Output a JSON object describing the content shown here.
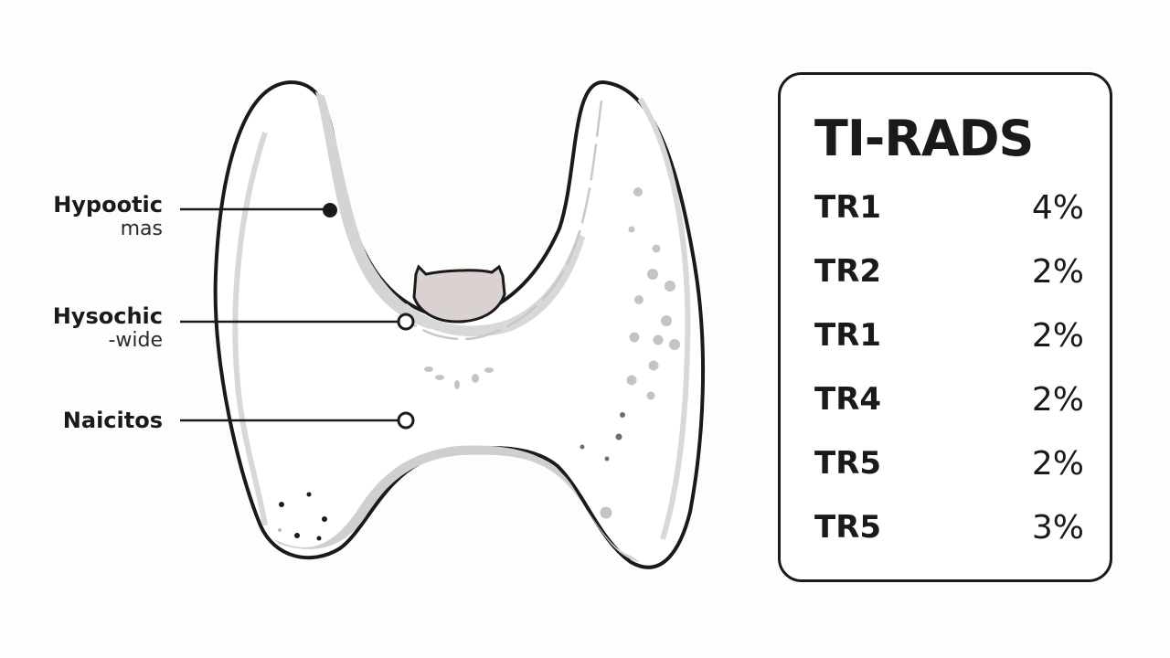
{
  "annotations": [
    {
      "title": "Hypootic",
      "subtitle": "mas",
      "marker": "filled"
    },
    {
      "title": "Hysochic",
      "subtitle": "-wide",
      "marker": "hollow"
    },
    {
      "title": "Naicitos",
      "subtitle": "",
      "marker": "hollow"
    }
  ],
  "tirads": {
    "title": "TI-RADS",
    "rows": [
      {
        "grade": "TR1",
        "percent": "4%"
      },
      {
        "grade": "TR2",
        "percent": "2%"
      },
      {
        "grade": "TR1",
        "percent": "2%"
      },
      {
        "grade": "TR4",
        "percent": "2%"
      },
      {
        "grade": "TR5",
        "percent": "2%"
      },
      {
        "grade": "TR5",
        "percent": "3%"
      }
    ]
  },
  "colors": {
    "outline": "#1a1a1a",
    "shading": "#d4d4d4",
    "isthmus_fill": "#d9d2d1",
    "dots_light": "#c4c4c4",
    "dots_dark": "#6e6e6e"
  }
}
